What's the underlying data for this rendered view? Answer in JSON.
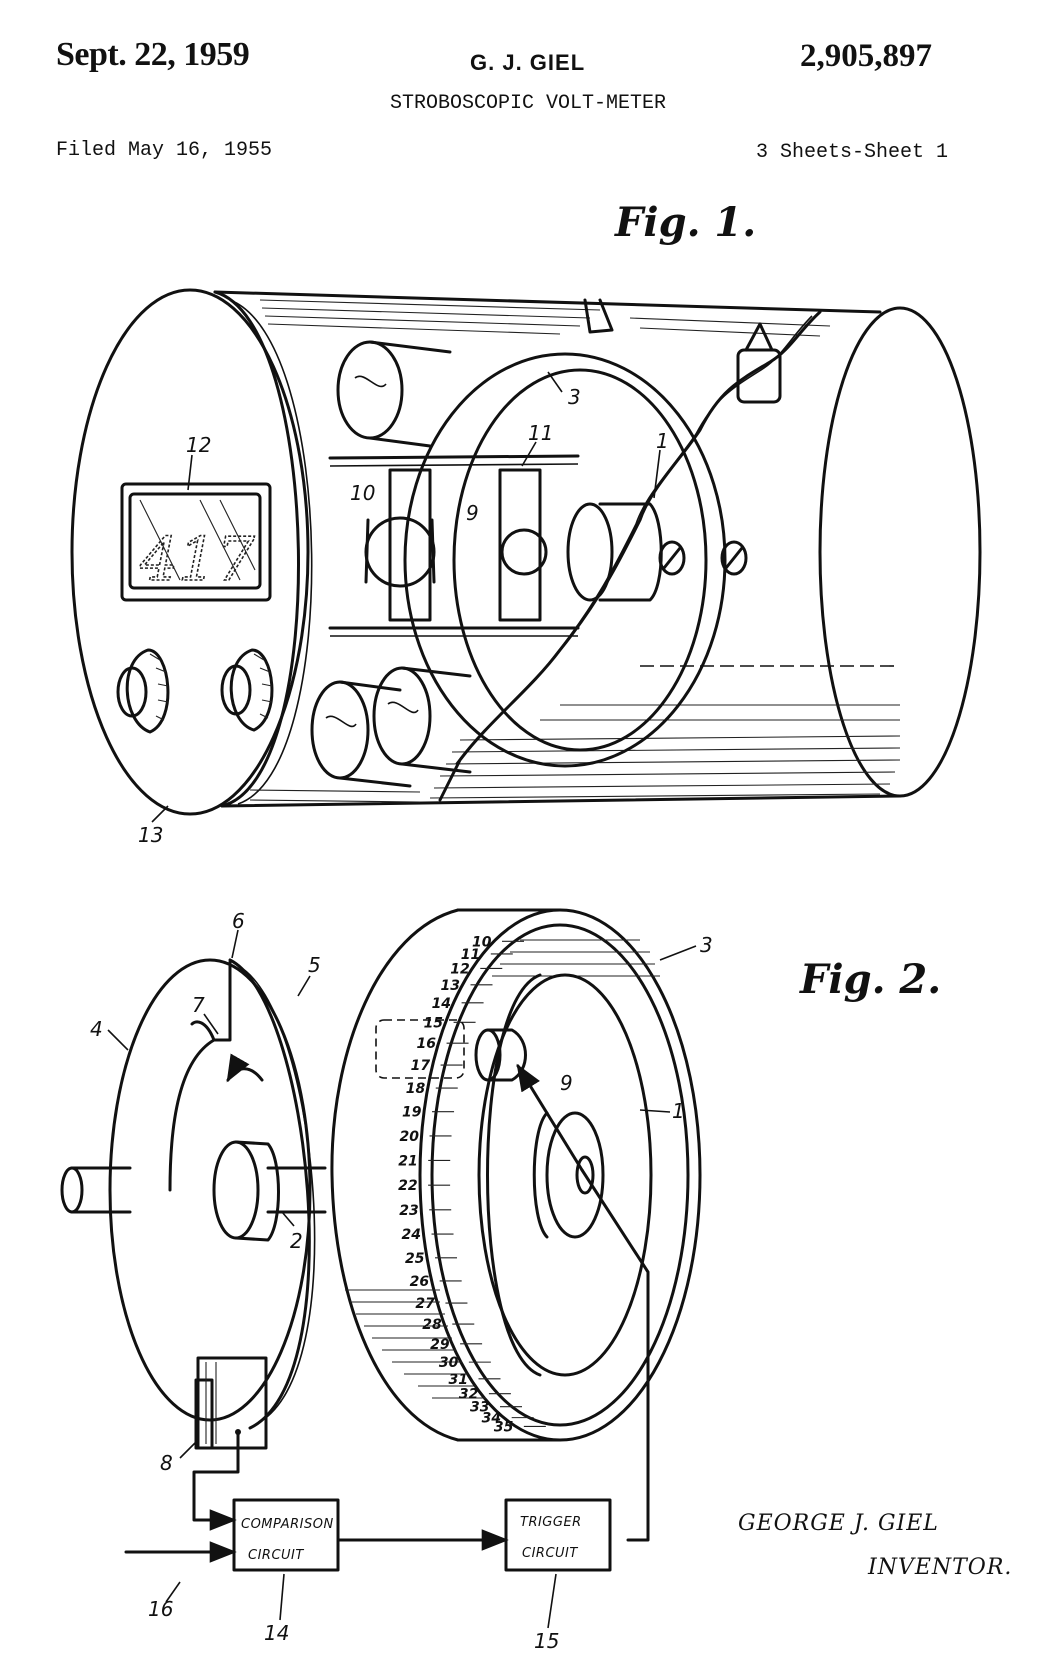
{
  "header": {
    "date": "Sept. 22, 1959",
    "inventor": "G. J. GIEL",
    "patent_number": "2,905,897",
    "title": "STROBOSCOPIC VOLT-METER",
    "filed": "Filed May 16, 1955",
    "sheets": "3 Sheets-Sheet 1"
  },
  "figure1": {
    "label": "Fig. 1.",
    "readout": "417",
    "refs": {
      "r1": "1",
      "r3": "3",
      "r9": "9",
      "r10": "10",
      "r11": "11",
      "r12": "12",
      "r13": "13"
    }
  },
  "figure2": {
    "label": "Fig. 2.",
    "refs": {
      "r1": "1",
      "r2": "2",
      "r3": "3",
      "r4": "4",
      "r5": "5",
      "r6": "6",
      "r7": "7",
      "r8": "8",
      "r9": "9",
      "r14": "14",
      "r15": "15",
      "r16": "16"
    },
    "scale_labels": [
      "10",
      "11",
      "12",
      "13",
      "14",
      "15",
      "16",
      "17",
      "18",
      "19",
      "20",
      "21",
      "22",
      "23",
      "24",
      "25",
      "26",
      "27",
      "28",
      "29",
      "30",
      "31",
      "32",
      "33",
      "34",
      "35"
    ],
    "comparison_line1": "COMPARISON",
    "comparison_line2": "CIRCUIT",
    "trigger_line1": "TRIGGER",
    "trigger_line2": "CIRCUIT"
  },
  "signature": {
    "name": "GEORGE J. GIEL",
    "role": "INVENTOR."
  }
}
